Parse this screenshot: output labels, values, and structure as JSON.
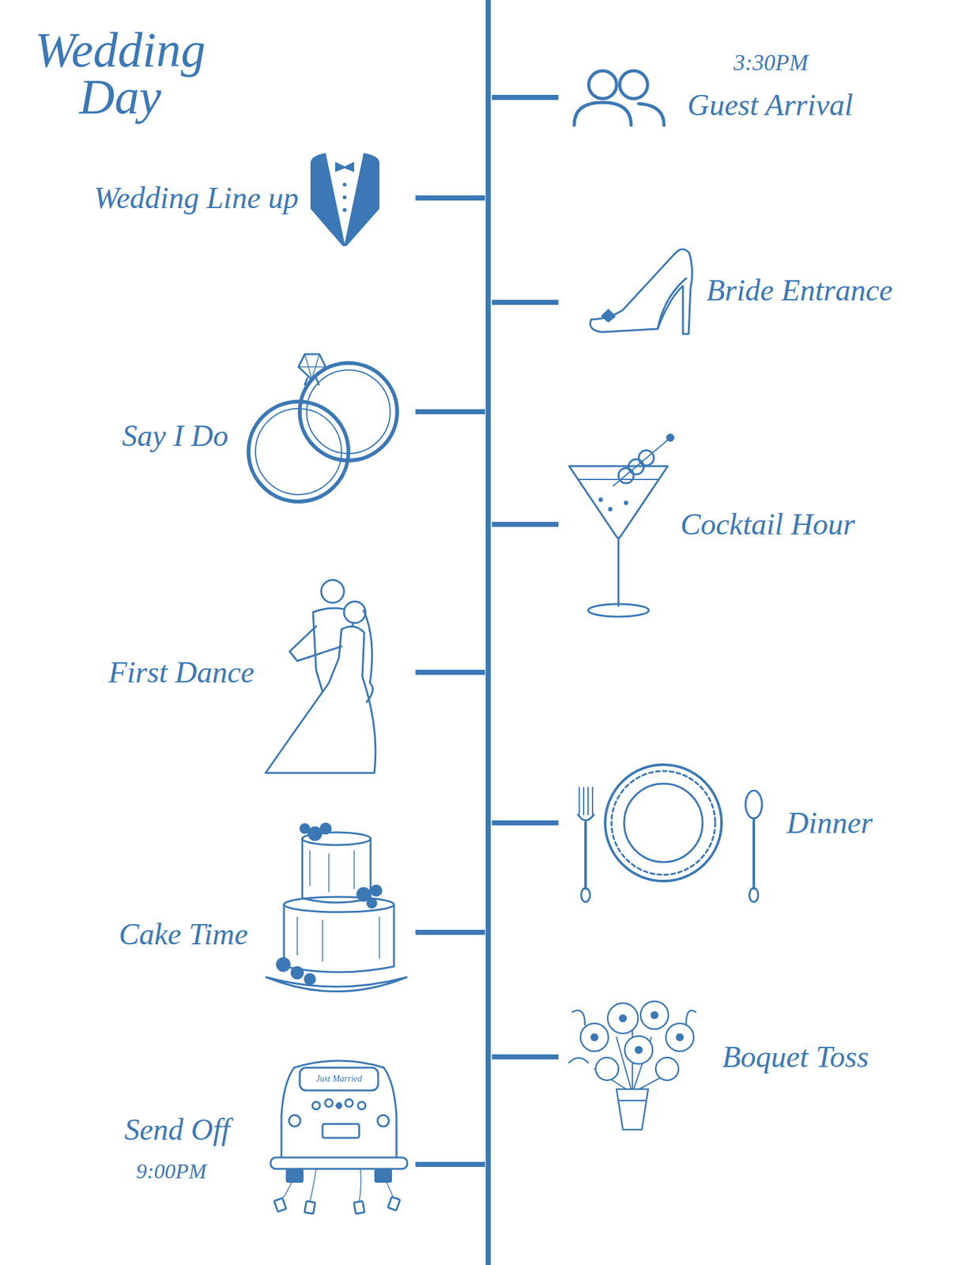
{
  "diagram": {
    "title": "Wedding Day",
    "labels": [
      "3:30PM",
      "Guest Arrival",
      "Wedding Line up",
      "Bride Entrance",
      "Say I Do",
      "Cocktail Hour",
      "First Dance",
      "Dinner",
      "Cake Time",
      "Boquet Toss",
      "Just Married",
      "Send Off",
      "9:00PM"
    ]
  }
}
